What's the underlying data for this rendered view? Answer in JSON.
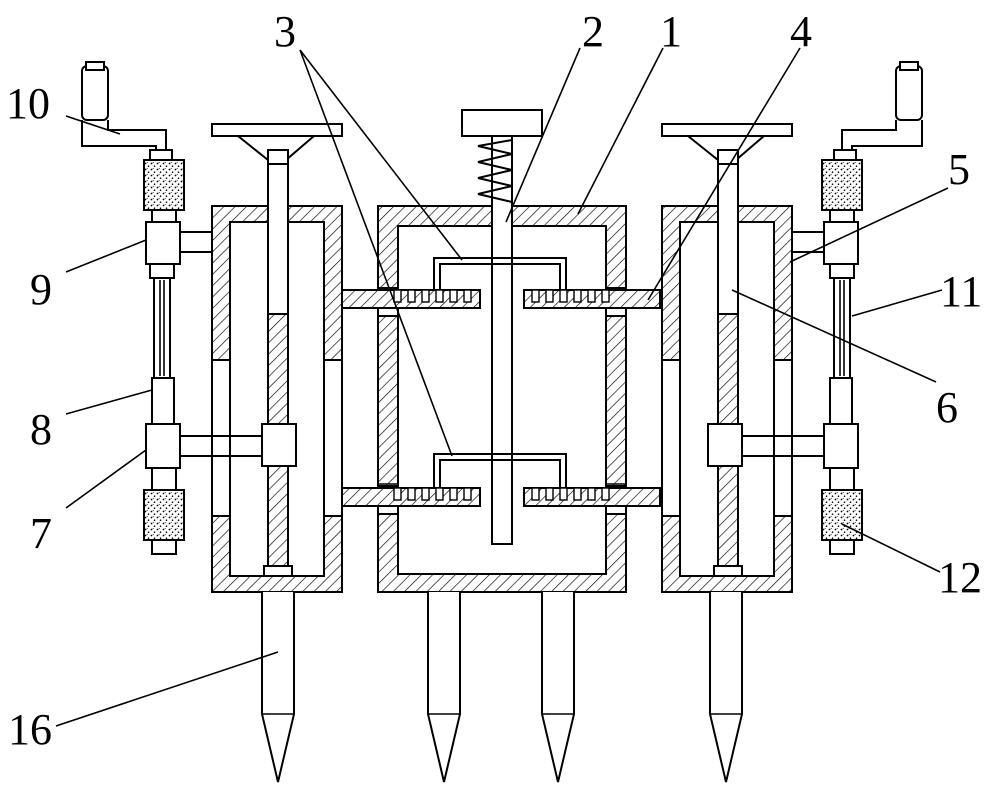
{
  "labels": [
    {
      "text": "1",
      "part": "main-housing"
    },
    {
      "text": "2",
      "part": "center-rod"
    },
    {
      "text": "3",
      "part": "gear-linkage"
    },
    {
      "text": "4",
      "part": "rack-bar"
    },
    {
      "text": "5",
      "part": "side-housing"
    },
    {
      "text": "6",
      "part": "lead-screw"
    },
    {
      "text": "7",
      "part": "lower-clamp-block"
    },
    {
      "text": "8",
      "part": "telescopic-lower-rod"
    },
    {
      "text": "9",
      "part": "upper-clamp-block"
    },
    {
      "text": "10",
      "part": "crank-handle"
    },
    {
      "text": "11",
      "part": "telescopic-glass-tube"
    },
    {
      "text": "12",
      "part": "foam-pad"
    },
    {
      "text": "16",
      "part": "ground-spike"
    }
  ],
  "colors": {
    "line": "#000000",
    "background": "#ffffff"
  }
}
